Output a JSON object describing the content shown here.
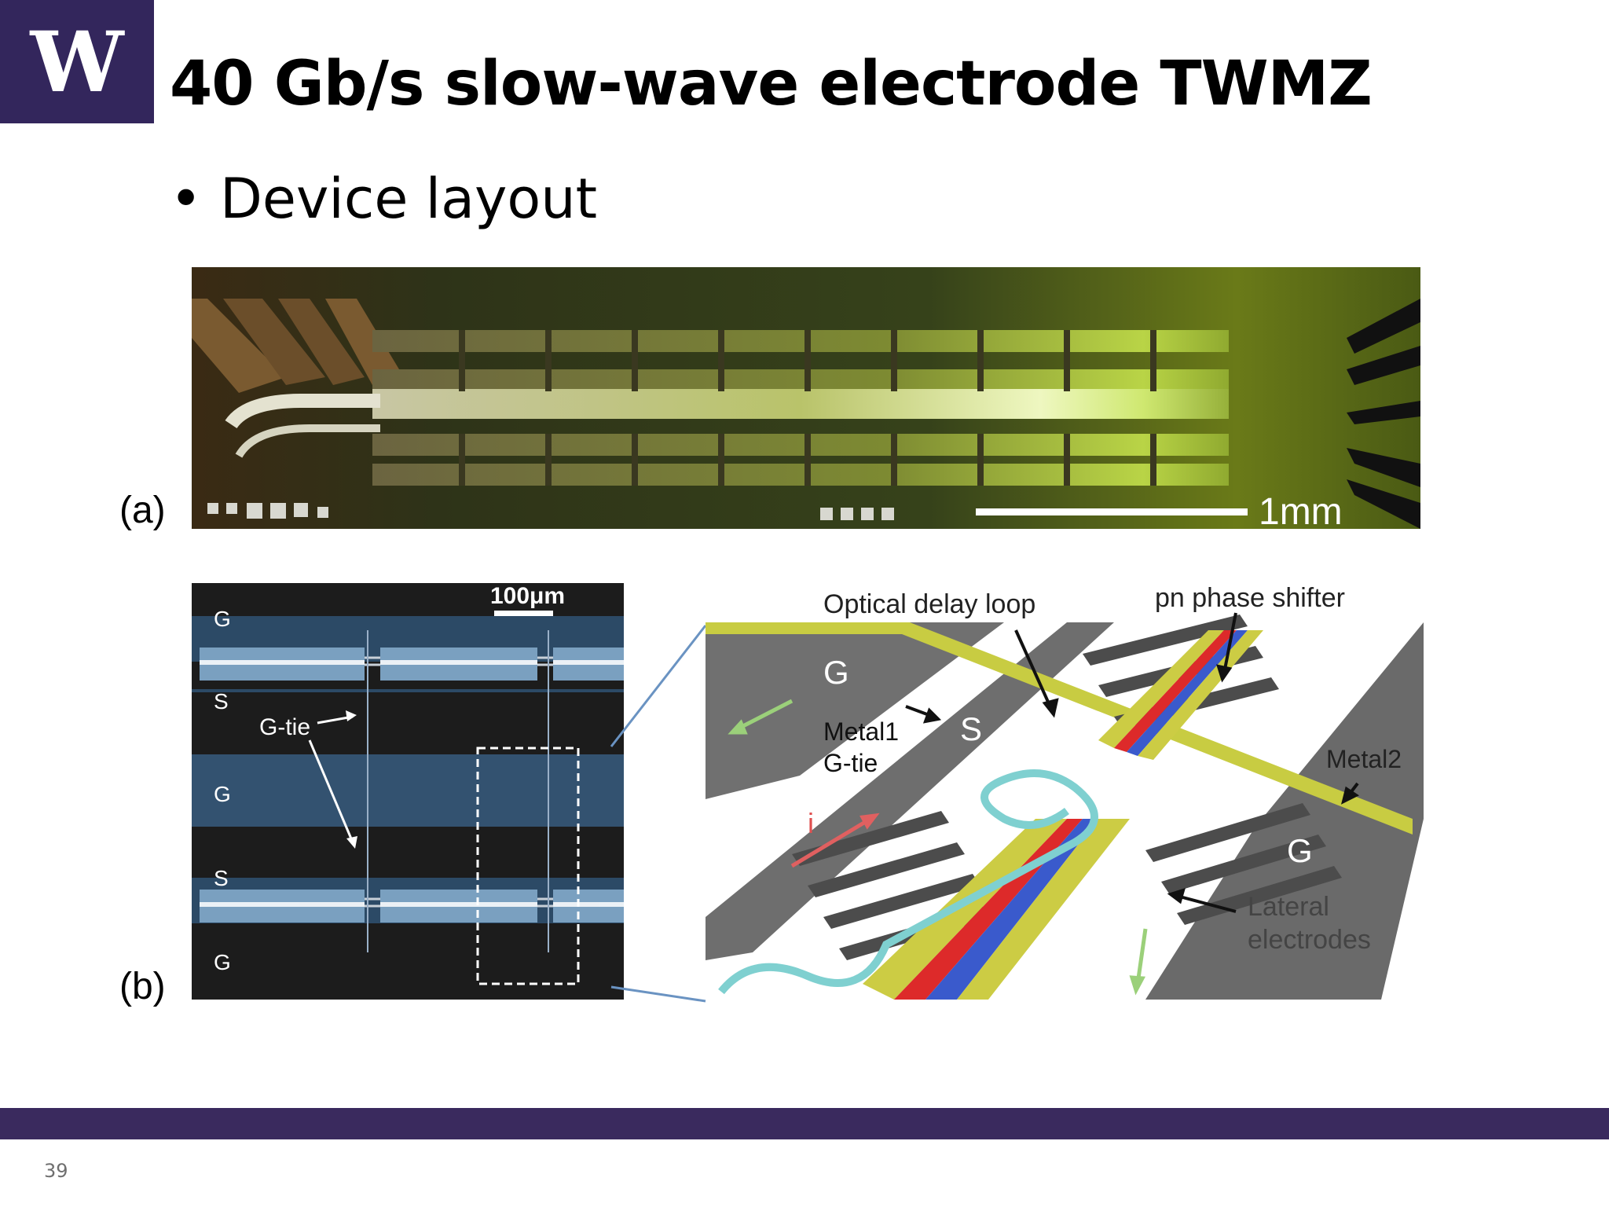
{
  "logo": {
    "letter": "W",
    "color": "#33265c"
  },
  "title": "40 Gb/s slow-wave electrode TWMZ",
  "bullet": {
    "symbol": "•",
    "text": "Device layout"
  },
  "figure_a": {
    "label": "(a)",
    "scale_bar": "1mm"
  },
  "figure_b": {
    "label": "(b)",
    "micrograph": {
      "scale_bar": "100μm",
      "rails": [
        "G",
        "S",
        "G",
        "S",
        "G"
      ],
      "g_tie_label": "G-tie"
    },
    "schematic": {
      "optical_delay_loop": "Optical delay loop",
      "pn_phase_shifter": "pn phase shifter",
      "g_top": "G",
      "s_label": "S",
      "metal1_line1": "Metal1",
      "metal1_line2": "G-tie",
      "metal2": "Metal2",
      "g_right": "G",
      "lateral_line1": "Lateral",
      "lateral_line2": "electrodes",
      "current_i": "i"
    }
  },
  "footer": {
    "page_number": "39",
    "bar_color": "#3a2a5e"
  }
}
